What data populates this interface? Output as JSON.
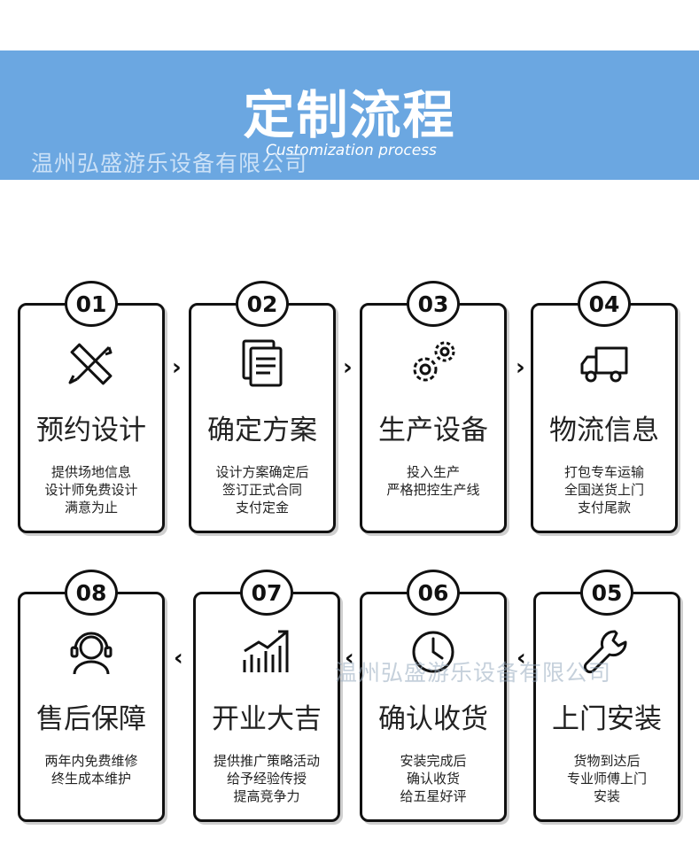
{
  "header": {
    "title": "定制流程",
    "subtitle": "Customization process",
    "watermark": "温州弘盛游乐设备有限公司"
  },
  "steps": [
    {
      "num": "01",
      "icon": "pencil-ruler-icon",
      "title": "预约设计",
      "lines": [
        "提供场地信息",
        "设计师免费设计",
        "满意为止"
      ]
    },
    {
      "num": "02",
      "icon": "document-icon",
      "title": "确定方案",
      "lines": [
        "设计方案确定后",
        "签订正式合同",
        "支付定金"
      ]
    },
    {
      "num": "03",
      "icon": "gears-icon",
      "title": "生产设备",
      "lines": [
        "投入生产",
        "严格把控生产线"
      ]
    },
    {
      "num": "04",
      "icon": "truck-icon",
      "title": "物流信息",
      "lines": [
        "打包专车运输",
        "全国送货上门",
        "支付尾款"
      ]
    },
    {
      "num": "08",
      "icon": "headset-icon",
      "title": "售后保障",
      "lines": [
        "两年内免费维修",
        "终生成本维护"
      ]
    },
    {
      "num": "07",
      "icon": "growth-chart-icon",
      "title": "开业大吉",
      "lines": [
        "提供推广策略活动",
        "给予经验传授",
        "提高竞争力"
      ]
    },
    {
      "num": "06",
      "icon": "clock-icon",
      "title": "确认收货",
      "lines": [
        "安装完成后",
        "确认收货",
        "给五星好评"
      ]
    },
    {
      "num": "05",
      "icon": "wrench-icon",
      "title": "上门安装",
      "lines": [
        "货物到达后",
        "专业师傅上门",
        "安装"
      ]
    }
  ]
}
